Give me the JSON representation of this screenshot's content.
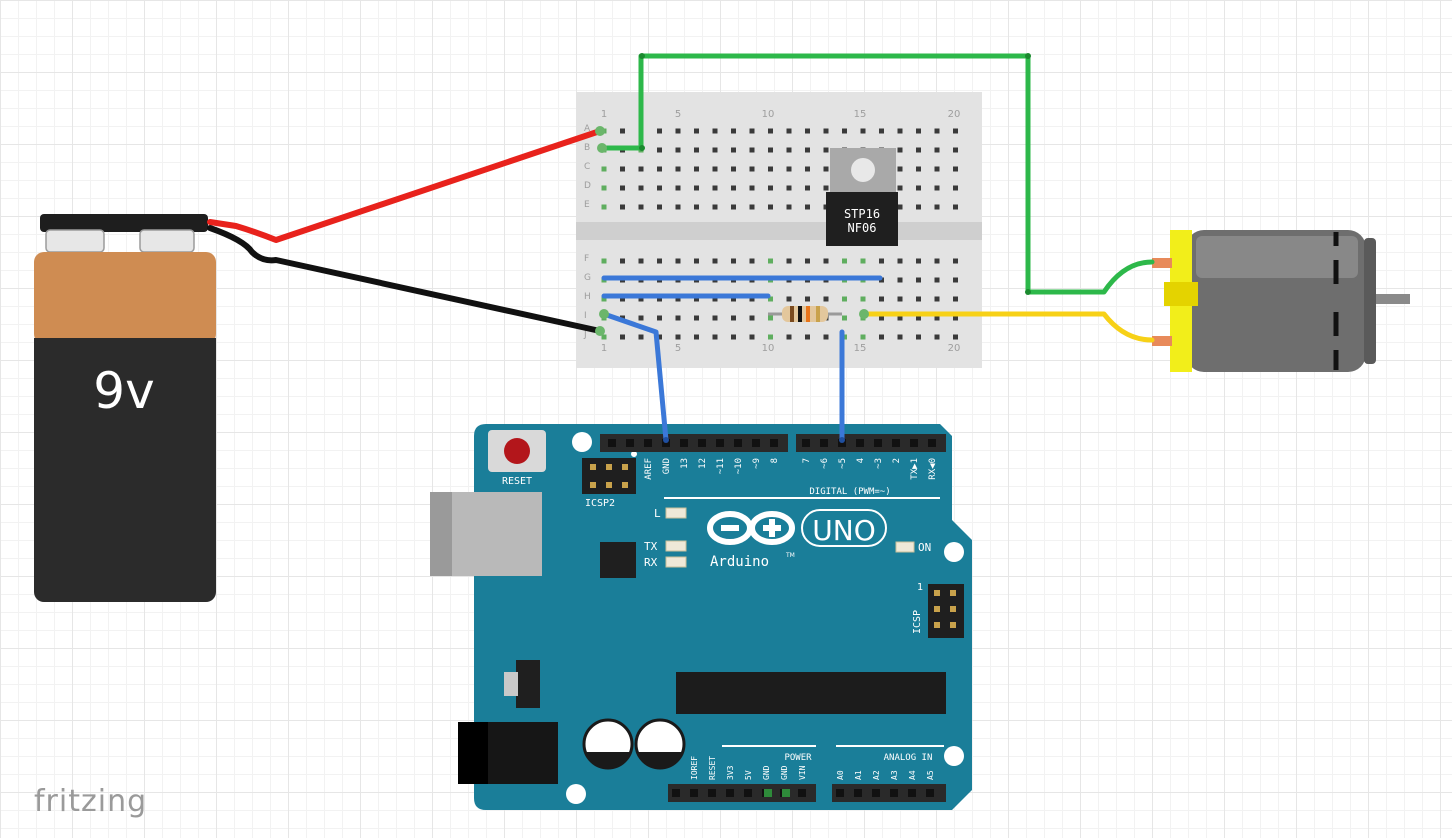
{
  "app": {
    "brand": "fritzing"
  },
  "battery": {
    "label": "9v"
  },
  "breadboard": {
    "row_letters_top": [
      "A",
      "B",
      "C",
      "D",
      "E"
    ],
    "row_letters_bottom": [
      "F",
      "G",
      "H",
      "I",
      "J"
    ],
    "column_numbers": [
      "1",
      "5",
      "10",
      "15",
      "20"
    ]
  },
  "transistor": {
    "line1": "STP16",
    "line2": "NF06"
  },
  "arduino": {
    "reset_label": "RESET",
    "icsp2_label": "ICSP2",
    "icsp_label": "ICSP",
    "icsp_pin1": "1",
    "logo_text": "Arduino",
    "tm": "TM",
    "uno_label": "UNO",
    "digital_label": "DIGITAL (PWM=~)",
    "led_l": "L",
    "led_tx": "TX",
    "led_rx": "RX",
    "led_on": "ON",
    "power_label": "POWER",
    "analog_label": "ANALOG IN",
    "digital_pins": [
      "AREF",
      "GND",
      "13",
      "12",
      "~11",
      "~10",
      "~9",
      "8",
      "7",
      "~6",
      "~5",
      "4",
      "~3",
      "2",
      "TX▶1",
      "RX◀0"
    ],
    "power_pins": [
      "IOREF",
      "RESET",
      "3V3",
      "5V",
      "GND",
      "GND",
      "VIN"
    ],
    "analog_pins": [
      "A0",
      "A1",
      "A2",
      "A3",
      "A4",
      "A5"
    ]
  },
  "colors": {
    "wire_red": "#e8221c",
    "wire_black": "#111111",
    "wire_green": "#2db84a",
    "wire_yellow": "#f7d117",
    "wire_blue": "#3b78d8",
    "arduino_board": "#1a7e99",
    "motor_body": "#6e6e6e",
    "motor_cap": "#f2ee1a",
    "battery_top": "#cf8c52",
    "battery_bottom": "#2b2b2b"
  }
}
